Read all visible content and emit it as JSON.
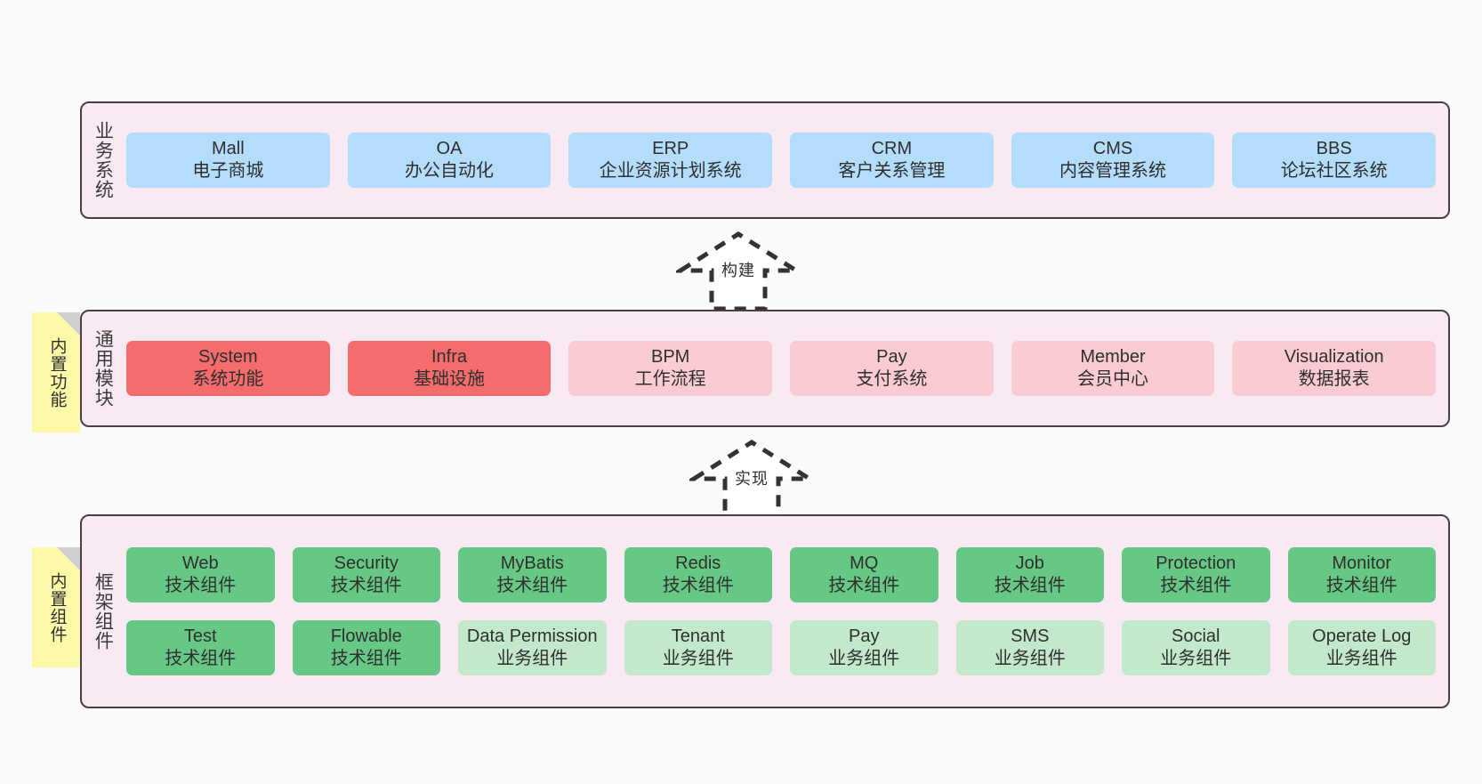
{
  "diagram": {
    "background_color": "#FAFAFA",
    "panel_color": "#F8EAF3",
    "panel_border_color": "#4A3F47",
    "sticky_color": "#FCFAA8"
  },
  "layers": [
    {
      "id": "business-system",
      "title": "业务系统",
      "sticky": null,
      "rows": [
        {
          "cards": [
            {
              "name": "Mall",
              "subtitle": "电子商城",
              "color": "#B3DDFA",
              "style": "blue"
            },
            {
              "name": "OA",
              "subtitle": "办公自动化",
              "color": "#B3DDFA",
              "style": "blue"
            },
            {
              "name": "ERP",
              "subtitle": "企业资源计划系统",
              "color": "#B3DDFA",
              "style": "blue"
            },
            {
              "name": "CRM",
              "subtitle": "客户关系管理",
              "color": "#B3DDFA",
              "style": "blue"
            },
            {
              "name": "CMS",
              "subtitle": "内容管理系统",
              "color": "#B3DDFA",
              "style": "blue"
            },
            {
              "name": "BBS",
              "subtitle": "论坛社区系统",
              "color": "#B3DDFA",
              "style": "blue"
            }
          ]
        }
      ]
    },
    {
      "id": "common-module",
      "title": "通用模块",
      "sticky": "内置功能",
      "rows": [
        {
          "cards": [
            {
              "name": "System",
              "subtitle": "系统功能",
              "color": "#F56C6C",
              "style": "red"
            },
            {
              "name": "Infra",
              "subtitle": "基础设施",
              "color": "#F56C6C",
              "style": "red"
            },
            {
              "name": "BPM",
              "subtitle": "工作流程",
              "color": "#FBCBD2",
              "style": "pink"
            },
            {
              "name": "Pay",
              "subtitle": "支付系统",
              "color": "#FBCBD2",
              "style": "pink"
            },
            {
              "name": "Member",
              "subtitle": "会员中心",
              "color": "#FBCBD2",
              "style": "pink"
            },
            {
              "name": "Visualization",
              "subtitle": "数据报表",
              "color": "#FBCBD2",
              "style": "pink"
            }
          ]
        }
      ]
    },
    {
      "id": "framework-component",
      "title": "框架组件",
      "sticky": "内置组件",
      "rows": [
        {
          "cards": [
            {
              "name": "Web",
              "subtitle": "技术组件",
              "color": "#67C784",
              "style": "green"
            },
            {
              "name": "Security",
              "subtitle": "技术组件",
              "color": "#67C784",
              "style": "green"
            },
            {
              "name": "MyBatis",
              "subtitle": "技术组件",
              "color": "#67C784",
              "style": "green"
            },
            {
              "name": "Redis",
              "subtitle": "技术组件",
              "color": "#67C784",
              "style": "green"
            },
            {
              "name": "MQ",
              "subtitle": "技术组件",
              "color": "#67C784",
              "style": "green"
            },
            {
              "name": "Job",
              "subtitle": "技术组件",
              "color": "#67C784",
              "style": "green"
            },
            {
              "name": "Protection",
              "subtitle": "技术组件",
              "color": "#67C784",
              "style": "green"
            },
            {
              "name": "Monitor",
              "subtitle": "技术组件",
              "color": "#67C784",
              "style": "green"
            }
          ]
        },
        {
          "cards": [
            {
              "name": "Test",
              "subtitle": "技术组件",
              "color": "#67C784",
              "style": "green"
            },
            {
              "name": "Flowable",
              "subtitle": "技术组件",
              "color": "#67C784",
              "style": "green"
            },
            {
              "name": "Data Permission",
              "subtitle": "业务组件",
              "color": "#C3E8CC",
              "style": "lightgreen"
            },
            {
              "name": "Tenant",
              "subtitle": "业务组件",
              "color": "#C3E8CC",
              "style": "lightgreen"
            },
            {
              "name": "Pay",
              "subtitle": "业务组件",
              "color": "#C3E8CC",
              "style": "lightgreen"
            },
            {
              "name": "SMS",
              "subtitle": "业务组件",
              "color": "#C3E8CC",
              "style": "lightgreen"
            },
            {
              "name": "Social",
              "subtitle": "业务组件",
              "color": "#C3E8CC",
              "style": "lightgreen"
            },
            {
              "name": "Operate Log",
              "subtitle": "业务组件",
              "color": "#C3E8CC",
              "style": "lightgreen"
            }
          ]
        }
      ]
    }
  ],
  "connectors": [
    {
      "id": "build",
      "label": "构建",
      "direction": "up",
      "style": "dashed-hollow-arrow"
    },
    {
      "id": "implement",
      "label": "实现",
      "direction": "up",
      "style": "dashed-hollow-arrow"
    }
  ]
}
